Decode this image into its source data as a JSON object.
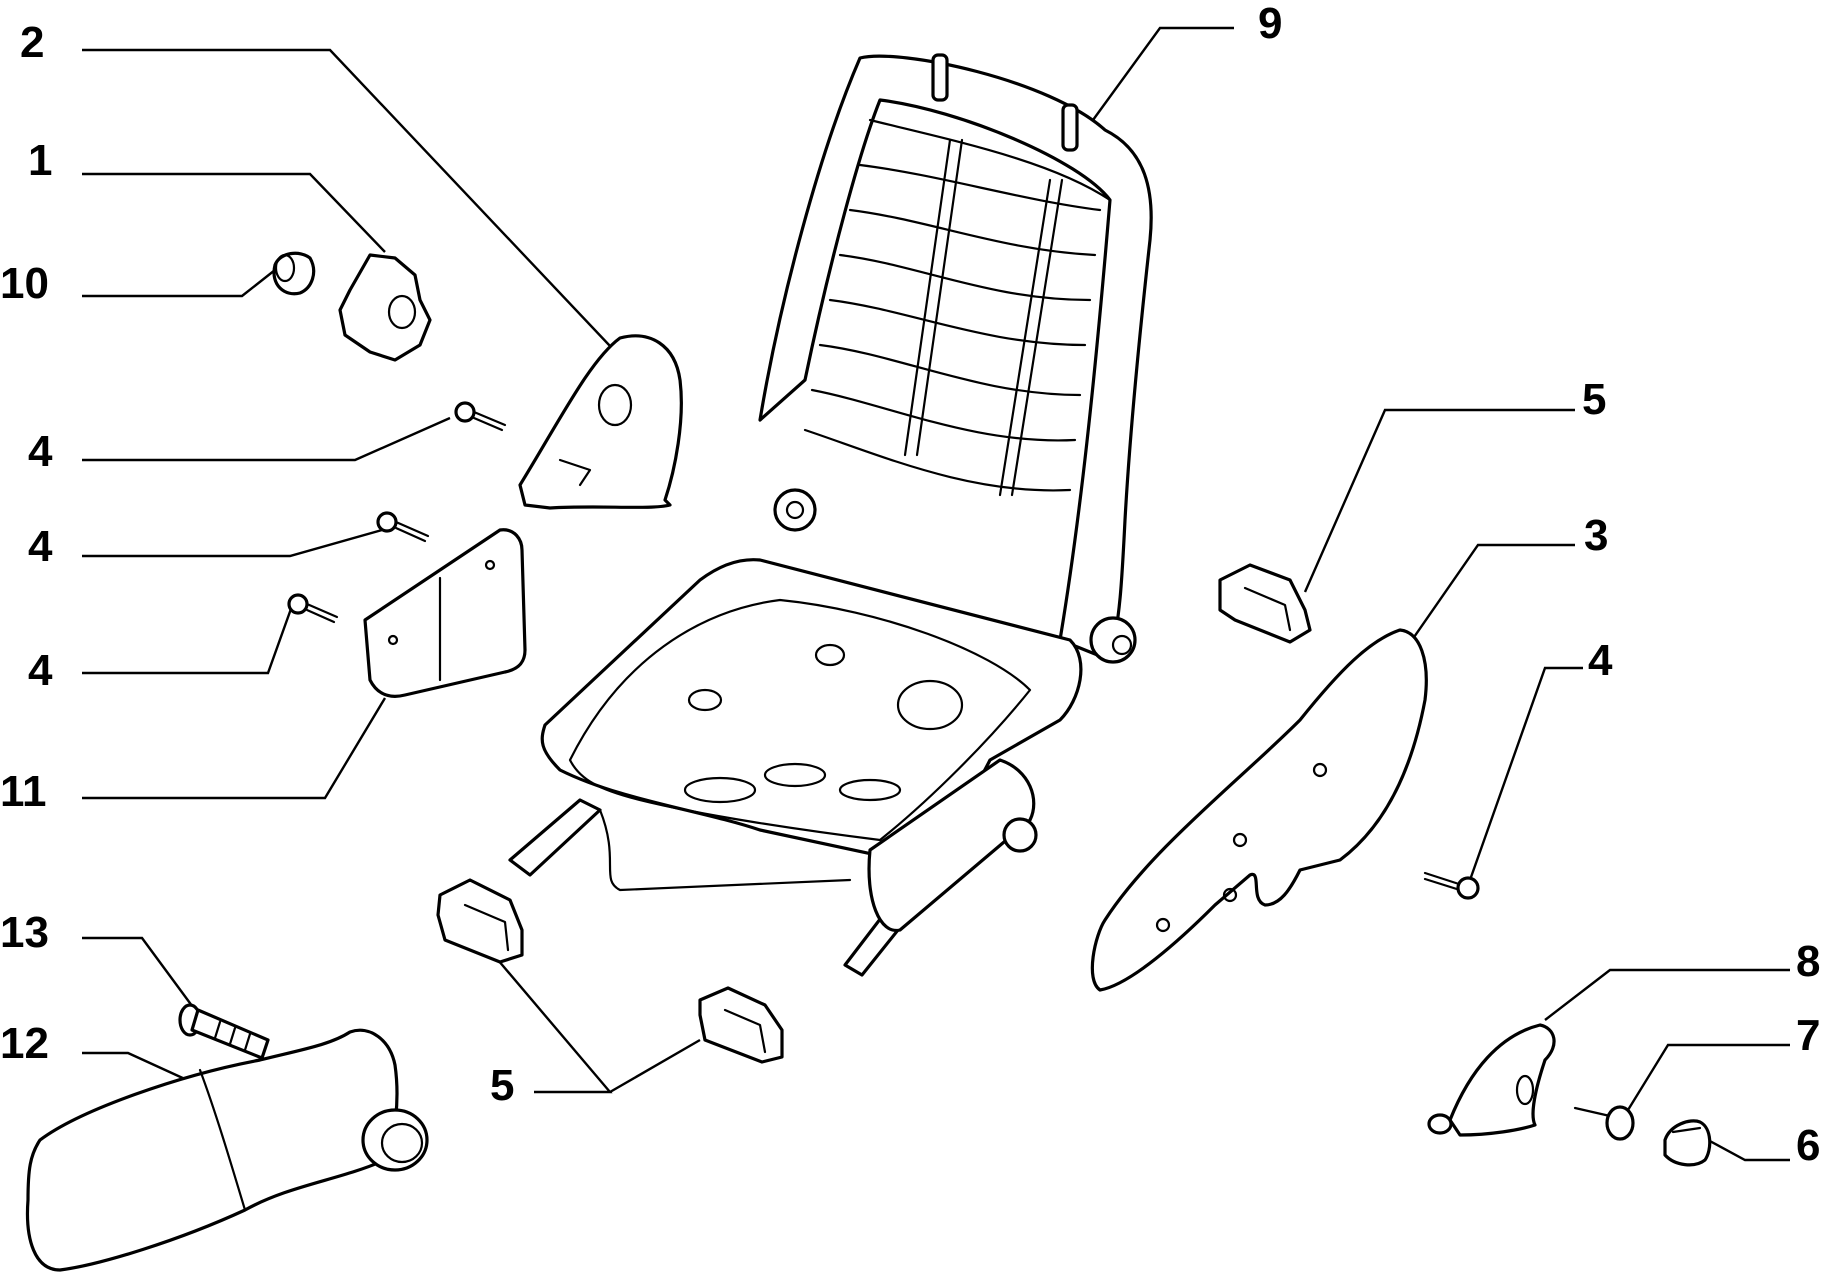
{
  "callouts": {
    "c1": "1",
    "c2": "2",
    "c3": "3",
    "c4a": "4",
    "c4b": "4",
    "c4c": "4",
    "c4d": "4",
    "c5a": "5",
    "c5b": "5",
    "c6": "6",
    "c7": "7",
    "c8": "8",
    "c9": "9",
    "c10": "10",
    "c11": "11",
    "c12": "12",
    "c13": "13"
  },
  "colors": {
    "line": "#000000",
    "background": "#ffffff"
  }
}
